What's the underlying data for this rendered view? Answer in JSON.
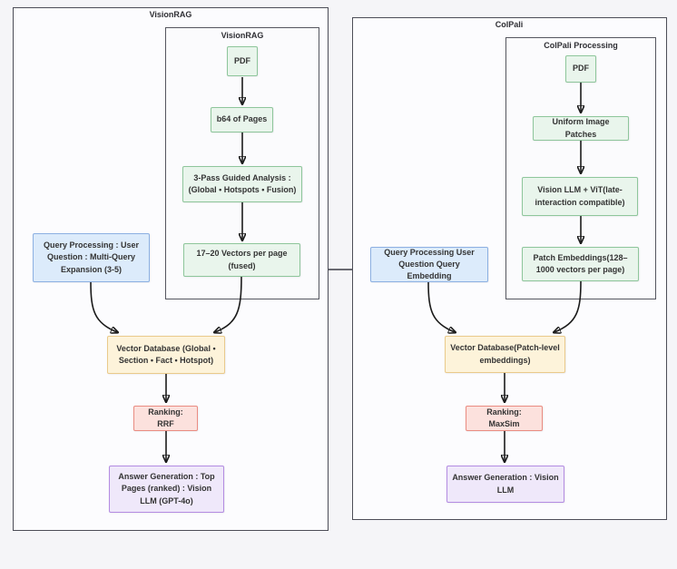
{
  "colors": {
    "page_background": "#f5f5f8",
    "container_fill": "#fcfcfe",
    "container_border": "#4c4d57",
    "arrow": "#1b1b1b",
    "node_text": "#333333",
    "green_fill": "#e9f5ec",
    "green_border": "#8ec69b",
    "blue_fill": "#dcebfb",
    "blue_border": "#8cb0e2",
    "yellow_fill": "#fdf3da",
    "yellow_border": "#eaca8b",
    "red_fill": "#fce1dd",
    "red_border": "#ea8c82",
    "purple_fill": "#efe8fa",
    "purple_border": "#b48ce2"
  },
  "left": {
    "title": "VisionRAG",
    "inner_title": "VisionRAG",
    "nodes": {
      "pdf": "PDF",
      "b64": "b64 of Pages",
      "analysis": "3-Pass Guided Analysis : (Global • Hotspots • Fusion)",
      "vectors": "17–20 Vectors per page (fused)",
      "query": "Query Processing : User Question : Multi-Query Expansion (3-5)",
      "vdb": "Vector Database (Global • Section • Fact • Hotspot)",
      "ranking": "Ranking: RRF",
      "answer": "Answer Generation : Top Pages (ranked) : Vision LLM (GPT-4o)"
    }
  },
  "right": {
    "title": "ColPali",
    "inner_title": "ColPali Processing",
    "nodes": {
      "pdf": "PDF",
      "patches": "Uniform Image Patches",
      "vit": "Vision LLM + ViT(late-interaction compatible)",
      "embeddings": "Patch Embeddings(128–1000 vectors per page)",
      "query": "Query Processing User Question Query Embedding",
      "vdb": "Vector Database(Patch-level embeddings)",
      "ranking": "Ranking: MaxSim",
      "answer": "Answer Generation : Vision LLM"
    }
  }
}
